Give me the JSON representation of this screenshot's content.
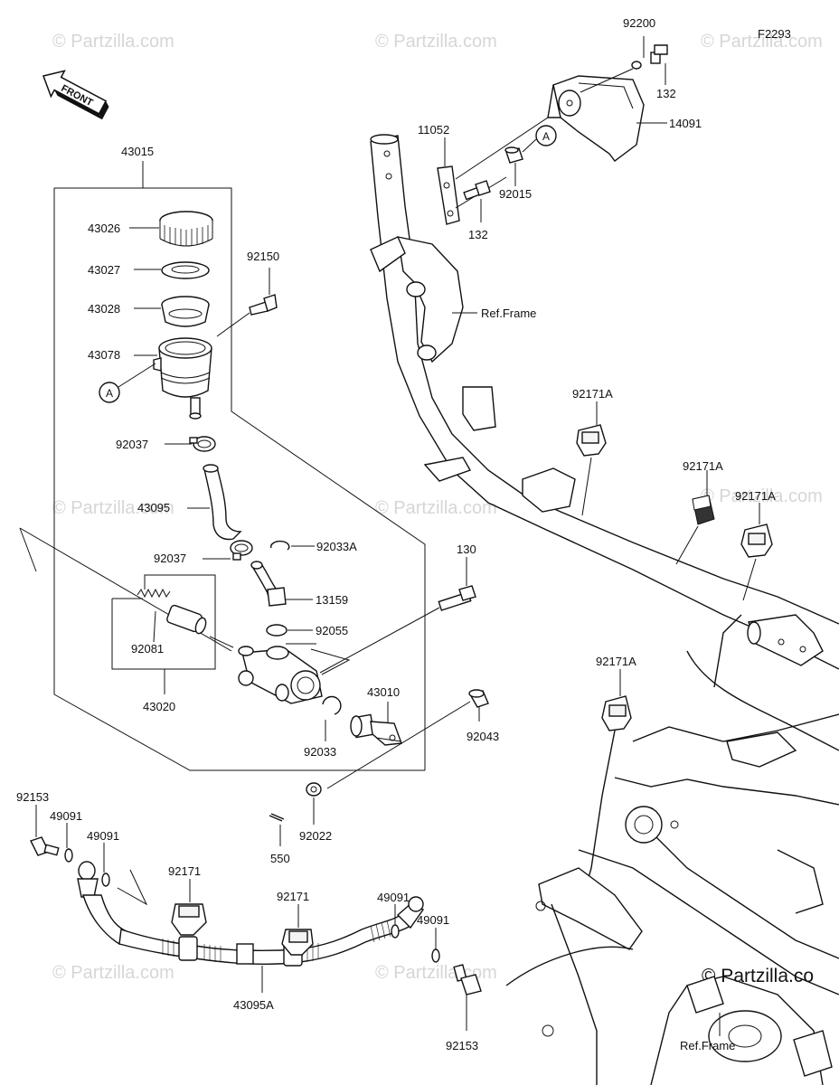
{
  "diagram_code": "F2293",
  "front_label": "FRONT",
  "watermark": "© Partzilla.com",
  "watermark_short": "© Partzilla.co",
  "ref_frame": "Ref.Frame",
  "circle_ref": "A",
  "parts": {
    "p43015": "43015",
    "p43026": "43026",
    "p43027": "43027",
    "p43028": "43028",
    "p43078": "43078",
    "p92037a": "92037",
    "p43095": "43095",
    "p92037b": "92037",
    "p92033A": "92033A",
    "p13159": "13159",
    "p92055": "92055",
    "p92081": "92081",
    "p43020": "43020",
    "p92033": "92033",
    "p43010": "43010",
    "p92043": "92043",
    "p130": "130",
    "p92150": "92150",
    "p92022": "92022",
    "p550": "550",
    "p92153a": "92153",
    "p49091a": "49091",
    "p49091b": "49091",
    "p92171a": "92171",
    "p92171b": "92171",
    "p43095A": "43095A",
    "p49091c": "49091",
    "p49091d": "49091",
    "p92153b": "92153",
    "p92200": "92200",
    "p132a": "132",
    "p14091": "14091",
    "p11052": "11052",
    "p92015": "92015",
    "p132b": "132",
    "p92171A_1": "92171A",
    "p92171A_2": "92171A",
    "p92171A_3": "92171A",
    "p92171A_4": "92171A"
  }
}
